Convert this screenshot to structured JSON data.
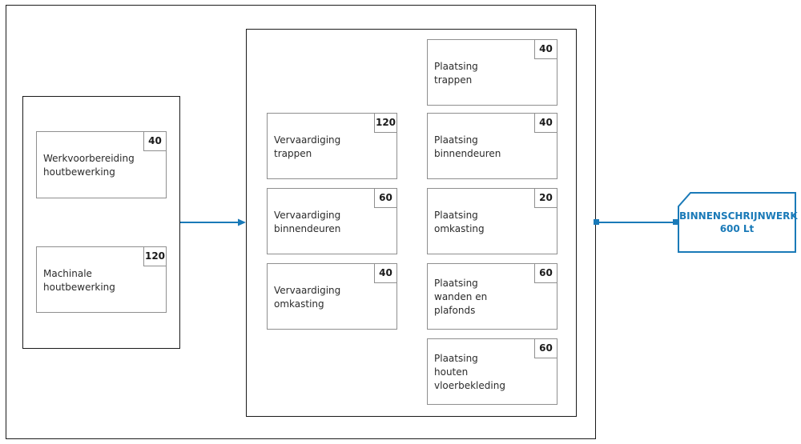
{
  "colors": {
    "accent": "#1a7ab8",
    "frame": "#1a1a1a",
    "box_border": "#8f8f8f"
  },
  "preparation": [
    {
      "label": "Werkvoorbereiding\nhoutbewerking",
      "hours": "40"
    },
    {
      "label": "Machinale\nhoutbewerking",
      "hours": "120"
    }
  ],
  "fabrication": [
    {
      "label": "Vervaardiging\ntrappen",
      "hours": "120"
    },
    {
      "label": "Vervaardiging\nbinnendeuren",
      "hours": "60"
    },
    {
      "label": "Vervaardiging\nomkasting",
      "hours": "40"
    }
  ],
  "installation": [
    {
      "label": "Plaatsing\ntrappen",
      "hours": "40"
    },
    {
      "label": "Plaatsing\nbinnendeuren",
      "hours": "40"
    },
    {
      "label": "Plaatsing\nomkasting",
      "hours": "20"
    },
    {
      "label": "Plaatsing\nwanden en\nplafonds",
      "hours": "60"
    },
    {
      "label": "Plaatsing\nhouten\nvloerbekleding",
      "hours": "60"
    }
  ],
  "result": {
    "title": "BINNENSCHRIJNWERK",
    "subtitle": "600 Lt"
  }
}
